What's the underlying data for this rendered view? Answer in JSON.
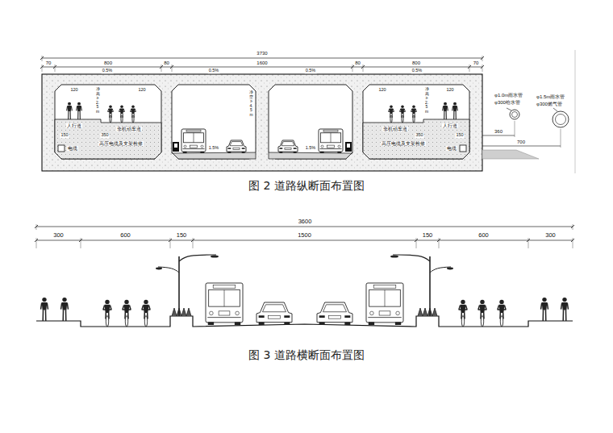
{
  "diagram": {
    "labels": [
      "3730",
      "70",
      "800",
      "80",
      "1600",
      "80",
      "800",
      "70",
      "0.5%",
      "0.5%",
      "0.5%",
      "0.5%",
      "120",
      "120",
      "净高≥2.5m",
      "人行道",
      "非机动车道",
      "150",
      "350",
      "高压电缆及支架检修",
      "电缆",
      "120",
      "120",
      "净高≥2.5m",
      "非机动车道",
      "人行道",
      "350",
      "150",
      "高压电缆及支架检修",
      "电缆",
      "净空≥4.5m",
      "1.5%",
      "1.5%",
      "φ1.0m雨水管",
      "φ300给水管",
      "φ1.5m雨水管",
      "φ300燃气管",
      "360",
      "700",
      "图 2 道路纵断面布置图",
      "3600",
      "300",
      "600",
      "150",
      "1500",
      "150",
      "600",
      "300",
      "图 3 道路横断面布置图"
    ]
  }
}
